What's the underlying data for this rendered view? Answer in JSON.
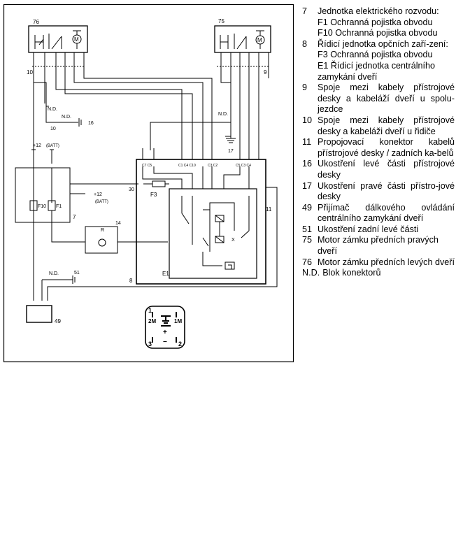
{
  "diagram": {
    "labels": {
      "c76": "76",
      "c75": "75",
      "w10_left": "10",
      "w9_right": "9",
      "nd1": "N.D.",
      "nd2": "N.D.",
      "nd3": "N.D.",
      "nd4": "N.D.",
      "w10_mid": "10",
      "g16": "16",
      "g17": "17",
      "g51": "51",
      "p12a": "+12",
      "battA": "(BATT)",
      "p12b": "+12",
      "battB": "(BATT)",
      "c7": "7",
      "f10": "F10",
      "f1": "F1",
      "c14": "14",
      "r": "R",
      "p30": "30",
      "f3": "F3",
      "c11": "11",
      "c8": "8",
      "e1": "E1",
      "x": "X",
      "c49": "49",
      "pin_1": "1",
      "pin_2M": "2M",
      "pin_1M": "1M",
      "pin_3": "3",
      "pin_2": "2",
      "plus": "+",
      "minus": "−"
    }
  },
  "legend": {
    "items": [
      {
        "num": "7",
        "text": "Jednotka elektrického rozvodu:"
      },
      {
        "num": "",
        "text": "F1 Ochranná pojistka obvodu"
      },
      {
        "num": "",
        "text": "F10 Ochranná pojistka obvodu"
      },
      {
        "num": "8",
        "text": "Řídicí jednotka opčních zaří-zení:"
      },
      {
        "num": "",
        "text": "F3 Ochranná pojistka obvodu"
      },
      {
        "num": "",
        "text": "E1 Řídicí jednotka centrálního zamykání dveří"
      },
      {
        "num": "9",
        "text": "Spoje mezi kabely přístrojové desky a kabeláží dveří u spolu-jezdce"
      },
      {
        "num": "10",
        "text": "Spoje mezi kabely přístrojové desky a kabeláži dveří u řidiče"
      },
      {
        "num": "11",
        "text": "Propojovací konektor kabelů přístrojové desky / zadních ka-belů"
      },
      {
        "num": "16",
        "text": "Ukostření levé části přístrojové desky"
      },
      {
        "num": "17",
        "text": "Ukostření pravé části přístro-jové desky"
      },
      {
        "num": "49",
        "text": "Přijímač dálkového ovládání centrálního zamykání dveří"
      },
      {
        "num": "51",
        "text": "Ukostření zadní levé části"
      },
      {
        "num": "75",
        "text": "Motor zámku předních pravých dveří"
      },
      {
        "num": "76",
        "text": "Motor zámku předních levých dveří"
      },
      {
        "num": "N.D.",
        "text": "Blok konektorů"
      }
    ]
  }
}
